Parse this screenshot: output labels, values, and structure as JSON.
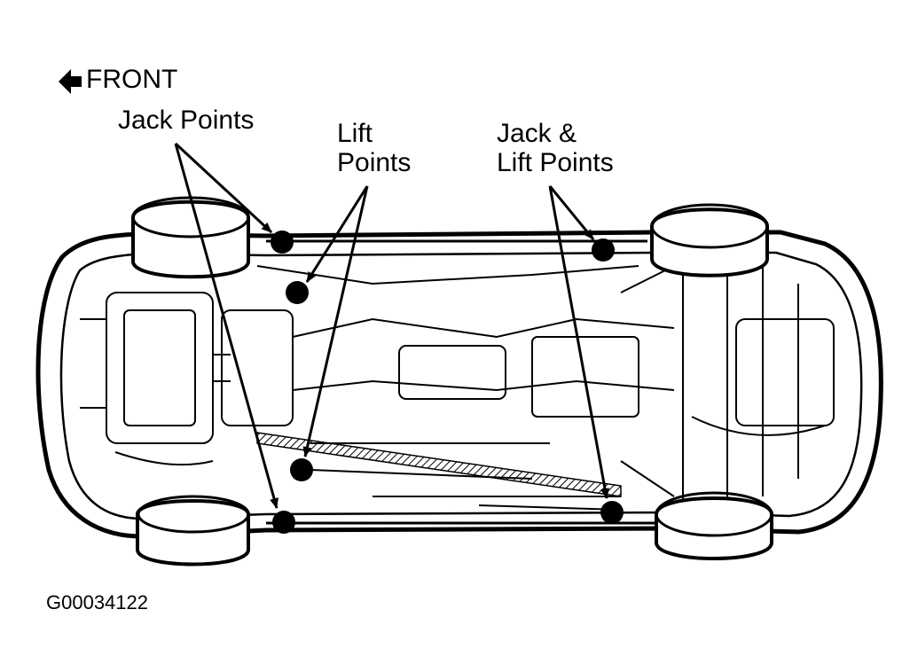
{
  "labels": {
    "front": "FRONT",
    "jack_points": "Jack Points",
    "lift_points_line1": "Lift",
    "lift_points_line2": "Points",
    "jack_lift_line1": "Jack &",
    "jack_lift_line2": "Lift Points",
    "figure_id": "G00034122"
  },
  "colors": {
    "ink": "#000000",
    "paper": "#ffffff"
  },
  "icons": {
    "front_arrow": "left-arrow-icon"
  }
}
